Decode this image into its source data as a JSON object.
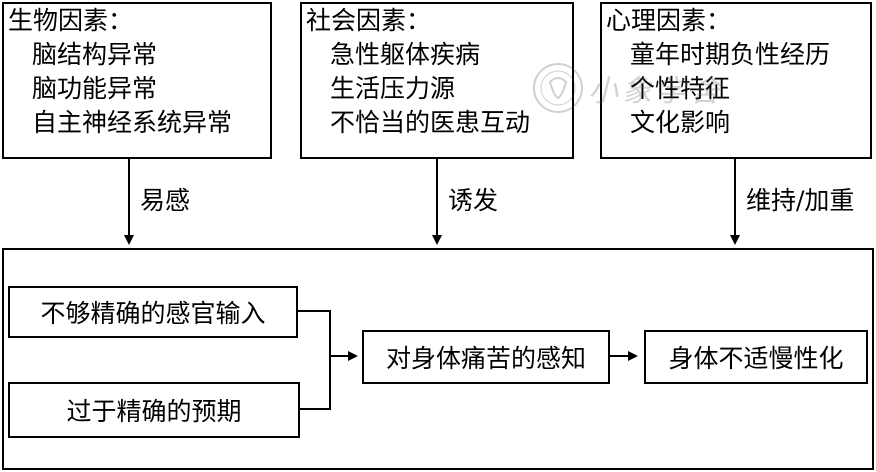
{
  "bio": {
    "title": "生物因素：",
    "items": [
      "脑结构异常",
      "脑功能异常",
      "自主神经系统异常"
    ]
  },
  "social": {
    "title": "社会因素：",
    "items": [
      "急性躯体疾病",
      "生活压力源",
      "不恰当的医患互动"
    ]
  },
  "psych": {
    "title": "心理因素：",
    "items": [
      "童年时期负性经历",
      "个性特征",
      "文化影响"
    ]
  },
  "arrows": {
    "bio": "易感",
    "social": "诱发",
    "psych": "维持/加重"
  },
  "flow": {
    "input1": "不够精确的感官输入",
    "input2": "过于精确的预期",
    "perception": "对身体痛苦的感知",
    "result": "身体不适慢性化"
  },
  "watermark": {
    "text": "小象学舍"
  }
}
